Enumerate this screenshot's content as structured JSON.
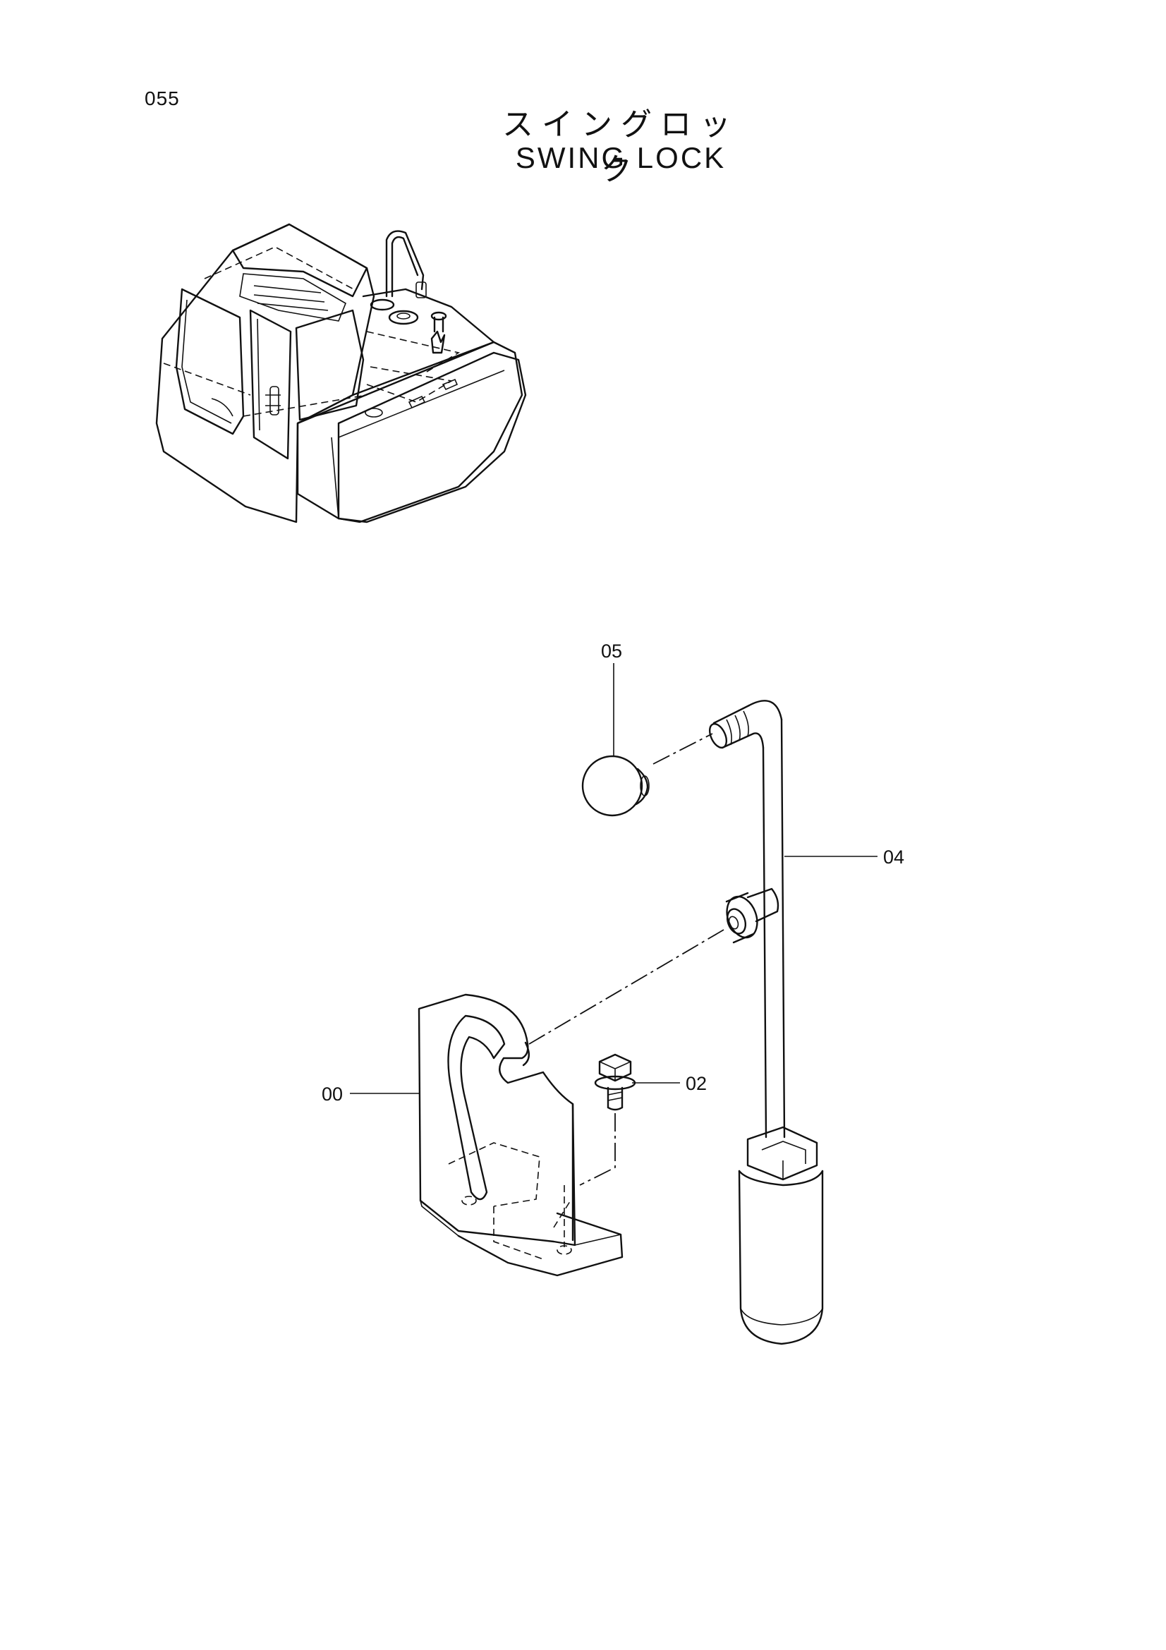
{
  "page": {
    "number": "055",
    "title_jp": "スイングロック",
    "title_en": "SWING LOCK"
  },
  "callouts": [
    {
      "id": "05",
      "label": "05"
    },
    {
      "id": "04",
      "label": "04"
    },
    {
      "id": "00",
      "label": "00"
    },
    {
      "id": "02",
      "label": "02"
    }
  ]
}
